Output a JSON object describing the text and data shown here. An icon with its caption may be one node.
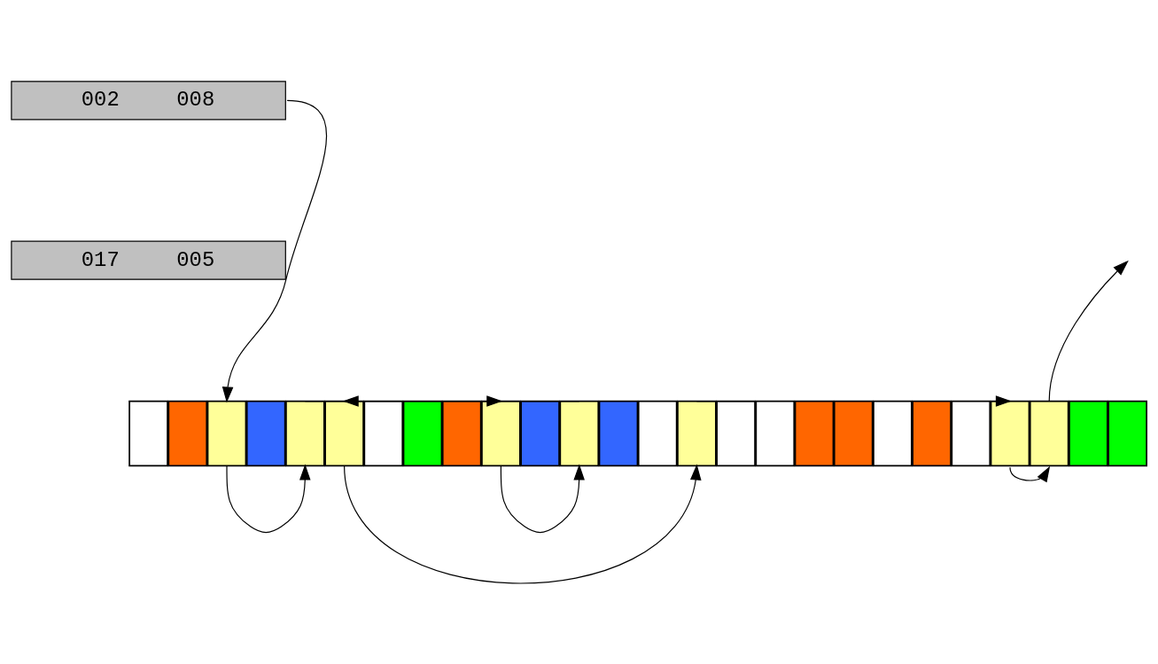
{
  "diagram": {
    "nodes": [
      {
        "text": [
          "002",
          "008"
        ]
      },
      {
        "text": [
          "017",
          "005"
        ]
      },
      {
        "text": [],
        "shape": "box"
      },
      {
        "text": [],
        "shape": "box"
      },
      {
        "text": [],
        "shape": "box"
      },
      {
        "text": [],
        "shape": "box"
      },
      {
        "text": [],
        "shape": "box"
      },
      {
        "text": [],
        "shape": "box"
      },
      {
        "text": [],
        "shape": "box"
      },
      {
        "text": [],
        "shape": "box"
      },
      {
        "text": [],
        "shape": "box"
      },
      {
        "text": [],
        "shape": "box"
      },
      {
        "text": [],
        "shape": "box"
      },
      {
        "text": [],
        "shape": "box"
      },
      {
        "text": [],
        "shape": "box"
      },
      {
        "text": [],
        "shape": "box"
      },
      {
        "text": [],
        "shape": "box"
      },
      {
        "text": [],
        "shape": "box"
      },
      {
        "text": [],
        "shape": "box"
      },
      {
        "text": [],
        "shape": "box"
      },
      {
        "text": [],
        "shape": "box"
      },
      {
        "text": [],
        "shape": "box"
      },
      {
        "text": [],
        "shape": "box"
      },
      {
        "text": [],
        "shape": "box"
      },
      {
        "text": [],
        "shape": "box"
      },
      {
        "text": [],
        "shape": "box"
      },
      {
        "text": [],
        "shape": "box"
      },
      {
        "text": [],
        "shape": "box"
      }
    ],
    "edges": [
      {
        "from": 0,
        "to": 4,
        "arrow": "to"
      },
      {
        "from": 4,
        "to": 6,
        "arrow": "to"
      },
      {
        "from": 6,
        "to": 11,
        "arrow": "to"
      },
      {
        "from": 11,
        "to": 13,
        "arrow": "to"
      },
      {
        "from": 13,
        "to": 7,
        "arrow": "to"
      },
      {
        "from": 7,
        "to": 16,
        "arrow": "to"
      },
      {
        "from": 16,
        "to": 24,
        "arrow": "to"
      },
      {
        "from": 24,
        "to": 25,
        "arrow": "to"
      },
      {
        "from": 25,
        "to": null,
        "arrow": "to"
      }
    ]
  }
}
